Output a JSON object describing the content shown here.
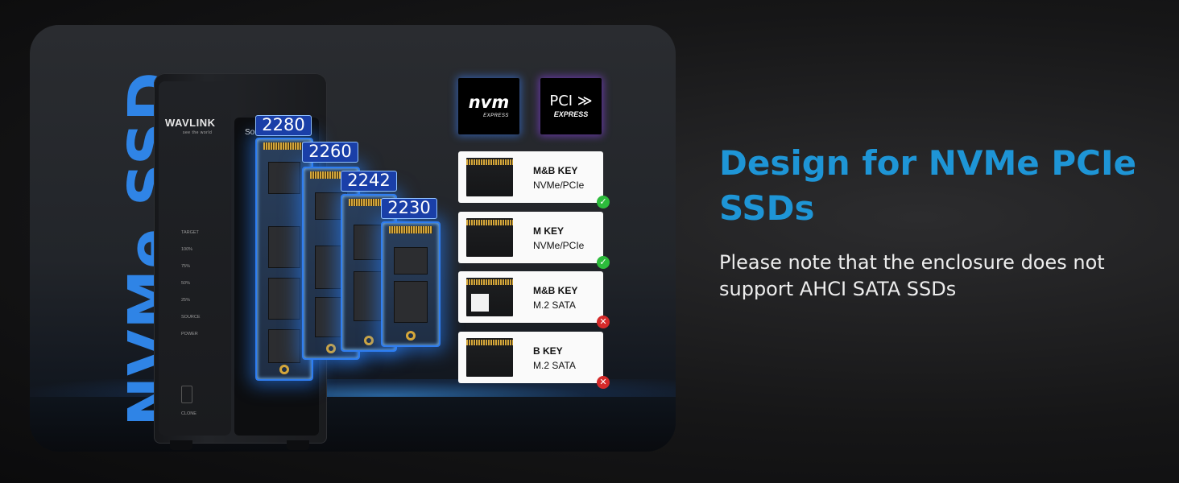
{
  "product_image": {
    "vertical_title": "NVMe SSD",
    "device": {
      "brand": "WAVLINK",
      "tagline": "see the world",
      "labels": [
        "TARGET",
        "100%",
        "75%",
        "50%",
        "25%",
        "SOURCE",
        "POWER"
      ],
      "clone_label": "CLONE",
      "source_label": "Source"
    },
    "ssd_sizes": [
      "2280",
      "2260",
      "2242",
      "2230"
    ],
    "logos": {
      "nvm": {
        "main": "nvm",
        "sub": "EXPRESS"
      },
      "pci": {
        "main": "PCI",
        "sub": "EXPRESS"
      }
    },
    "key_types": [
      {
        "key": "M&B KEY",
        "interface": "NVMe/PCIe",
        "supported": true
      },
      {
        "key": "M KEY",
        "interface": "NVMe/PCIe",
        "supported": true
      },
      {
        "key": "M&B KEY",
        "interface": "M.2 SATA",
        "supported": false
      },
      {
        "key": "B KEY",
        "interface": "M.2 SATA",
        "supported": false
      }
    ],
    "badge_symbols": {
      "ok": "✓",
      "no": "✕"
    },
    "colors": {
      "accent": "#1e95d6",
      "ok": "#2dbb3c",
      "no": "#d52a2a",
      "glow": "#2f7df0"
    }
  },
  "copy": {
    "headline": "Design for NVMe PCIe SSDs",
    "note": "Please note that the enclosure does not support AHCI SATA SSDs"
  }
}
